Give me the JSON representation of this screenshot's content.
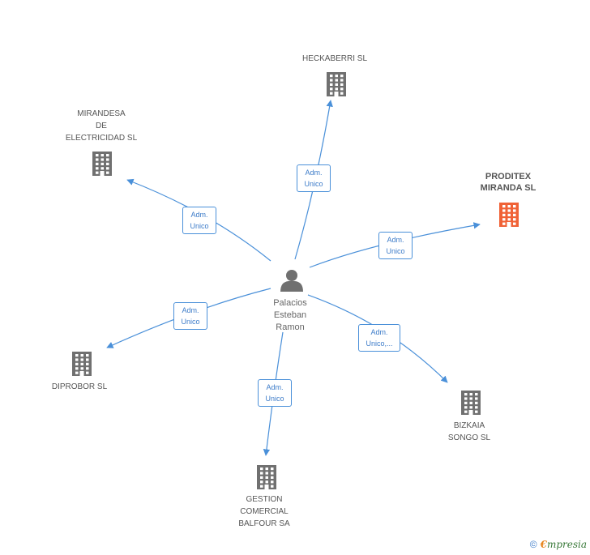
{
  "colors": {
    "edge": "#4a90d9",
    "building": "#707070",
    "building_focus": "#f06236",
    "person": "#707070"
  },
  "center": {
    "name": "Palacios\nEsteban\nRamon",
    "icon": "person-icon"
  },
  "companies": [
    {
      "id": "heckaberri",
      "name": "HECKABERRI  SL",
      "icon": "building-icon",
      "focus": false,
      "role": "Adm.\nUnico"
    },
    {
      "id": "mirandesa",
      "name": "MIRANDESA\nDE\nELECTRICIDAD SL",
      "icon": "building-icon",
      "focus": false,
      "role": "Adm.\nUnico"
    },
    {
      "id": "proditex",
      "name": "PRODITEX\nMIRANDA SL",
      "icon": "building-icon",
      "focus": true,
      "role": "Adm.\nUnico"
    },
    {
      "id": "diprobor",
      "name": "DIPROBOR SL",
      "icon": "building-icon",
      "focus": false,
      "role": "Adm.\nUnico"
    },
    {
      "id": "bizkaia",
      "name": "BIZKAIA\nSONGO SL",
      "icon": "building-icon",
      "focus": false,
      "role": "Adm.\nUnico,..."
    },
    {
      "id": "gestion",
      "name": "GESTION\nCOMERCIAL\nBALFOUR SA",
      "icon": "building-icon",
      "focus": false,
      "role": "Adm.\nUnico"
    }
  ],
  "footer": {
    "copyright_symbol": "©",
    "brand_initial": "€",
    "brand_rest": "mpresia"
  }
}
